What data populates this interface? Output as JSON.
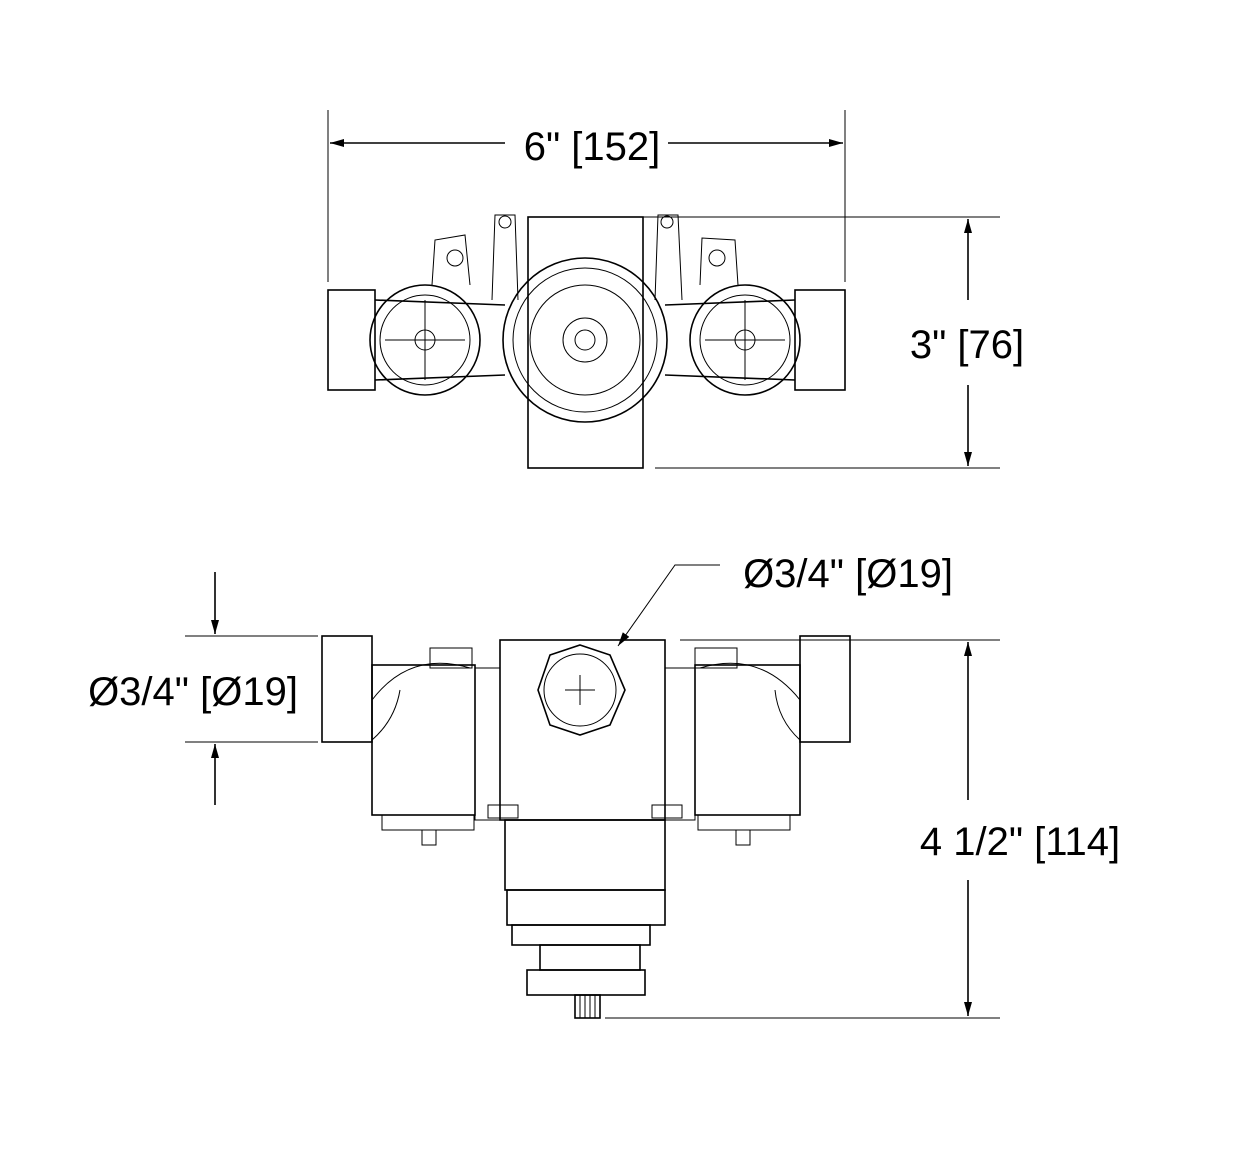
{
  "drawing": {
    "top_view": {
      "width_dimension": "6\" [152]",
      "height_dimension": "3\" [76]"
    },
    "front_view": {
      "outlet_callout": "Ø3/4\" [Ø19]",
      "inlet_dimension": "Ø3/4\" [Ø19]",
      "height_dimension": "4 1/2\" [114]"
    },
    "line_color": "#000000"
  }
}
